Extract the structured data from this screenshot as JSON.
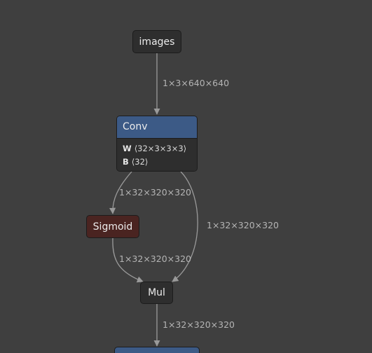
{
  "nodes": {
    "images": {
      "label": "images"
    },
    "conv": {
      "label": "Conv",
      "attrs": [
        {
          "key": "W",
          "value": "⟨32×3×3×3⟩"
        },
        {
          "key": "B",
          "value": "⟨32⟩"
        }
      ]
    },
    "sigmoid": {
      "label": "Sigmoid"
    },
    "mul": {
      "label": "Mul"
    }
  },
  "edges": {
    "images_conv": "1×3×640×640",
    "conv_sigmoid": "1×32×320×320",
    "conv_mul": "1×32×320×320",
    "sigmoid_mul": "1×32×320×320",
    "mul_out": "1×32×320×320"
  },
  "colors": {
    "background": "#3f3f3f",
    "edge": "#9a9a9a",
    "conv_header": "#3c5a86",
    "sigmoid_fill": "#4a2421",
    "node_fill": "#2e2e2e"
  }
}
